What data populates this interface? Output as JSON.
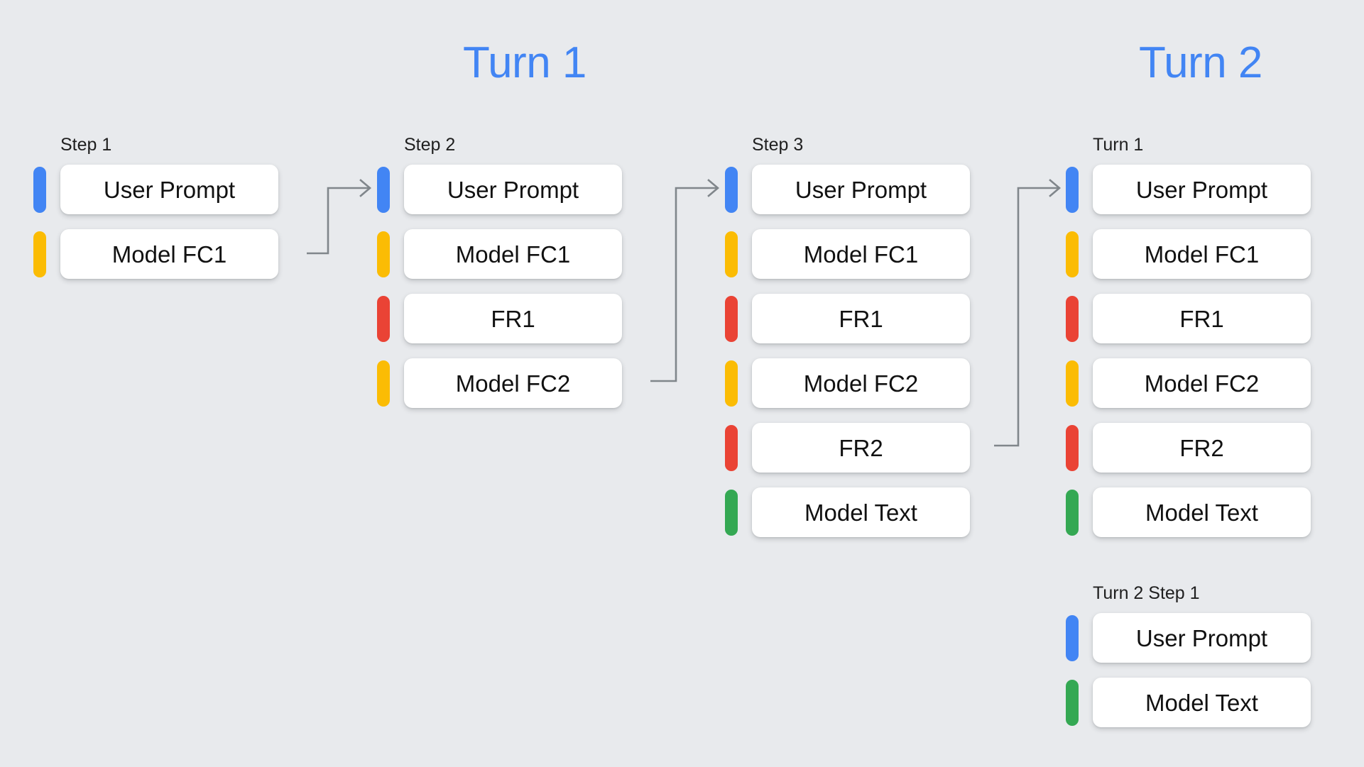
{
  "background_color": "#E8EAED",
  "colors": {
    "blue": "#4285F4",
    "yellow": "#FBBC04",
    "red": "#EA4335",
    "green": "#34A853",
    "heading_blue": "#4285F4",
    "card_white": "#FFFFFF",
    "connector_gray": "#80868B"
  },
  "headings": [
    {
      "text": "Turn 1",
      "name": "turn-heading-1"
    },
    {
      "text": "Turn 2",
      "name": "turn-heading-2"
    }
  ],
  "columns": [
    {
      "id": "step-1",
      "label": "Step 1",
      "rows": [
        {
          "label": "User Prompt",
          "color": "blue"
        },
        {
          "label": "Model FC1",
          "color": "yellow"
        }
      ]
    },
    {
      "id": "step-2",
      "label": "Step 2",
      "rows": [
        {
          "label": "User Prompt",
          "color": "blue"
        },
        {
          "label": "Model FC1",
          "color": "yellow"
        },
        {
          "label": "FR1",
          "color": "red"
        },
        {
          "label": "Model FC2",
          "color": "yellow"
        }
      ]
    },
    {
      "id": "step-3",
      "label": "Step 3",
      "rows": [
        {
          "label": "User Prompt",
          "color": "blue"
        },
        {
          "label": "Model FC1",
          "color": "yellow"
        },
        {
          "label": "FR1",
          "color": "red"
        },
        {
          "label": "Model FC2",
          "color": "yellow"
        },
        {
          "label": "FR2",
          "color": "red"
        },
        {
          "label": "Model Text",
          "color": "green"
        }
      ]
    },
    {
      "id": "turn-1-summary",
      "label": "Turn 1",
      "rows": [
        {
          "label": "User Prompt",
          "color": "blue"
        },
        {
          "label": "Model FC1",
          "color": "yellow"
        },
        {
          "label": "FR1",
          "color": "red"
        },
        {
          "label": "Model FC2",
          "color": "yellow"
        },
        {
          "label": "FR2",
          "color": "red"
        },
        {
          "label": "Model Text",
          "color": "green"
        }
      ]
    },
    {
      "id": "turn-2-step-1",
      "label": "Turn 2 Step 1",
      "rows": [
        {
          "label": "User Prompt",
          "color": "blue"
        },
        {
          "label": "Model Text",
          "color": "green"
        }
      ]
    }
  ],
  "connectors": [
    {
      "name": "connector-step1-to-step2",
      "from": "Step 1 / Model FC1",
      "to": "Step 2 / User Prompt"
    },
    {
      "name": "connector-step2-to-step3",
      "from": "Step 2 / Model FC2",
      "to": "Step 3 / User Prompt"
    },
    {
      "name": "connector-step3-to-turn1",
      "from": "Turn 1 / FR2",
      "to": "Turn 1 summary / User Prompt"
    }
  ]
}
